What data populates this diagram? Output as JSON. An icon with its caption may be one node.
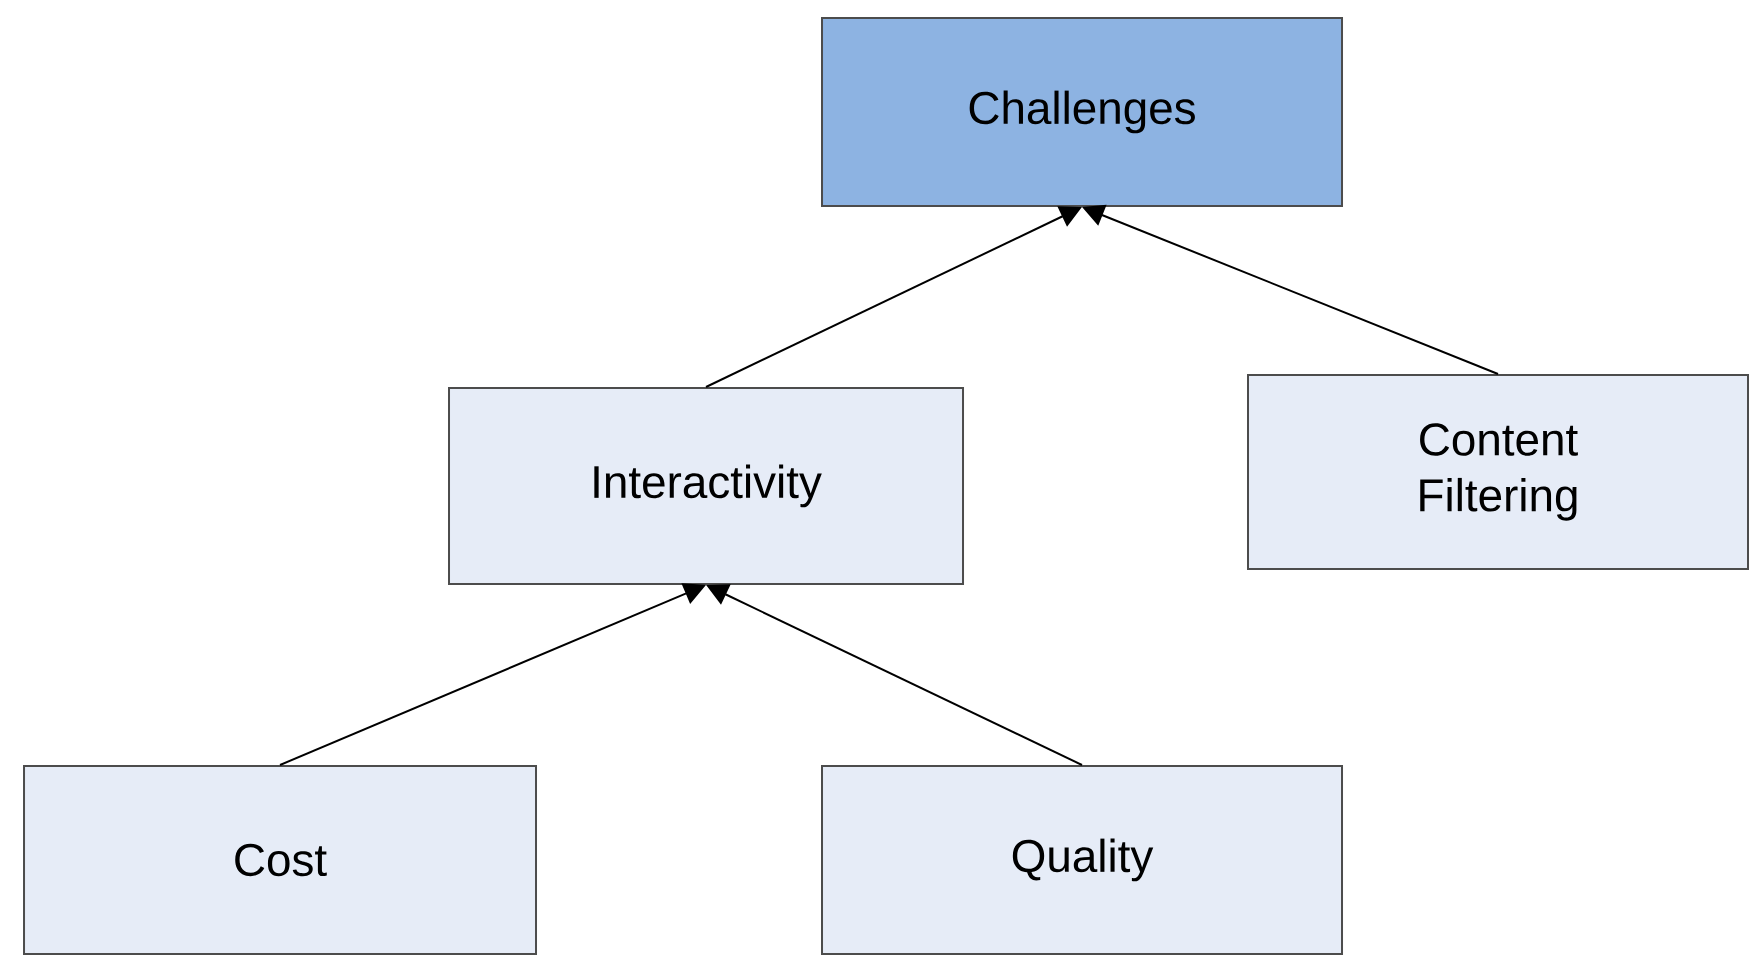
{
  "diagram": {
    "nodes": [
      {
        "text": [
          "Challenges"
        ]
      },
      {
        "text": [
          "Interactivity"
        ]
      },
      {
        "text": [
          "Content Filtering"
        ]
      },
      {
        "text": [
          "Cost"
        ]
      },
      {
        "text": [
          "Quality"
        ]
      }
    ],
    "edges": [
      {
        "from": 1,
        "to": 0,
        "arrow": "to"
      },
      {
        "from": 2,
        "to": 0,
        "arrow": "to"
      },
      {
        "from": 3,
        "to": 1,
        "arrow": "to"
      },
      {
        "from": 4,
        "to": 1,
        "arrow": "to"
      }
    ]
  }
}
